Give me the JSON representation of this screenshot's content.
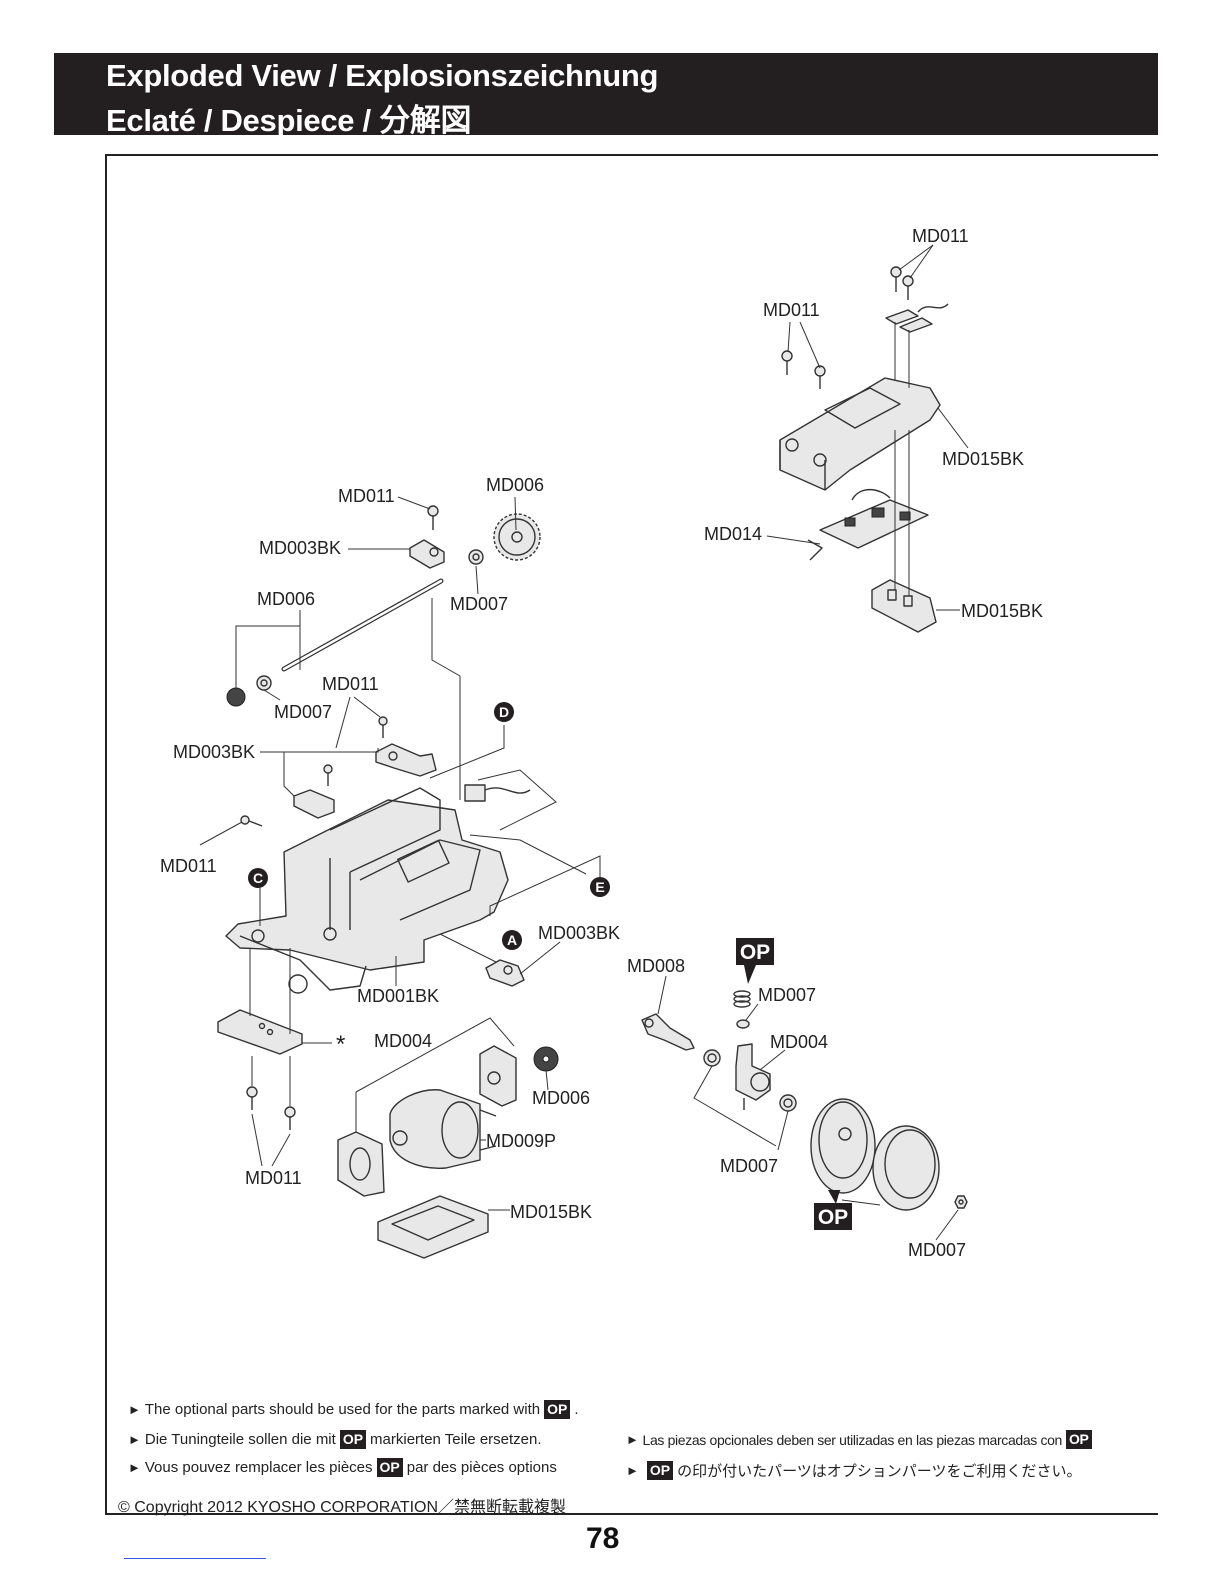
{
  "header": {
    "title_line1": "Exploded View / Explosionszeichnung",
    "title_line2": "Eclaté / Despiece / 分解図"
  },
  "diagram": {
    "labels": {
      "md011_top": "MD011",
      "md011_upper": "MD011",
      "md015bk_top": "MD015BK",
      "md014": "MD014",
      "md015bk_mid": "MD015BK",
      "md011_gear": "MD011",
      "md006_gear": "MD006",
      "md003bk_upper": "MD003BK",
      "md006_shaft": "MD006",
      "md007_bush": "MD007",
      "md011_mid": "MD011",
      "md007_left": "MD007",
      "md003bk_left": "MD003BK",
      "md011_left": "MD011",
      "md003bk_lower": "MD003BK",
      "md001bk": "MD001BK",
      "md008": "MD008",
      "md007_spring": "MD007",
      "md004_right": "MD004",
      "md004_mid": "MD004",
      "md006_pinion": "MD006",
      "md009p": "MD009P",
      "md011_bottom": "MD011",
      "md007_right": "MD007",
      "md015bk_bottom": "MD015BK",
      "md007_nut": "MD007"
    },
    "callouts": {
      "a": "A",
      "c": "C",
      "d": "D",
      "e": "E"
    },
    "op_badges": [
      "OP",
      "OP"
    ],
    "asterisk": "*"
  },
  "notes": {
    "en": "The optional parts should be used for the parts marked with",
    "de_before": "Die Tuningteile sollen die mit",
    "de_after": "markierten Teile ersetzen.",
    "fr_before": "Vous pouvez remplacer les pièces",
    "fr_after": "par des pièces options",
    "es": "Las piezas opcionales deben ser utilizadas en las piezas marcadas con",
    "ja": "の印が付いたパーツはオプションパーツをご利用ください。",
    "op_mark": "OP",
    "arrow_glyph": "►"
  },
  "footer": {
    "copyright": "© Copyright 2012 KYOSHO CORPORATION／禁無断転載複製",
    "page_number": "78"
  }
}
